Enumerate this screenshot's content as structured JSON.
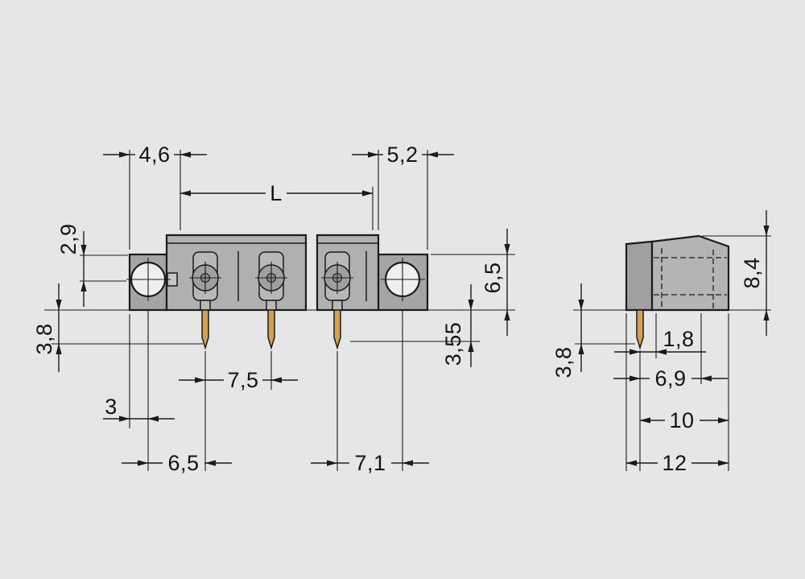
{
  "drawing_type": "connector-dimension-drawing",
  "colors": {
    "background": "#e6e6e6",
    "line": "#1b1b1b",
    "body": "#b0b0b0",
    "flange": "#a5a5a5",
    "cell": "#b8b8b8",
    "hole": "#efefef",
    "pin": "#d2a157"
  },
  "dims_front": {
    "width_46": "4,6",
    "length_L": "L",
    "width_52": "5,2",
    "offset_29": "2,9",
    "pin_38": "3,8",
    "offset_3": "3",
    "pitch_75": "7,5",
    "span_65": "6,5",
    "span_71": "7,1",
    "height_65": "6,5",
    "pin_355": "3,55"
  },
  "dims_side": {
    "height_84": "8,4",
    "pin_38": "3,8",
    "offset_18": "1,8",
    "depth_69": "6,9",
    "depth_10": "10",
    "depth_12": "12"
  }
}
